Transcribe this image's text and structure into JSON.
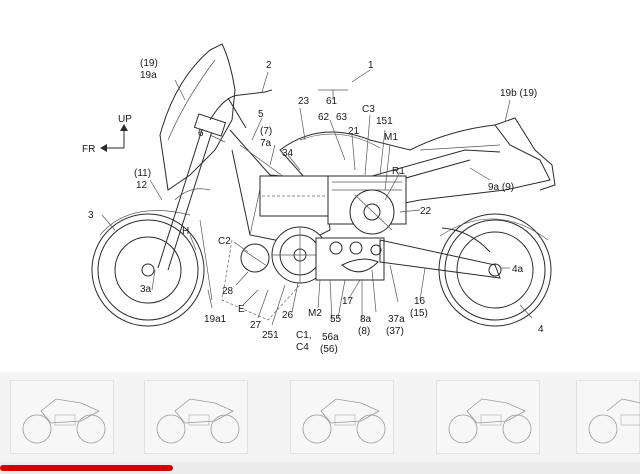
{
  "labels": {
    "l1": "1",
    "l19_19a": "(19)",
    "l19a": "19a",
    "l2": "2",
    "l5": "5",
    "l6": "6",
    "l7": "(7)",
    "l7a": "7a",
    "l23": "23",
    "l34": "34",
    "l61": "61",
    "l62": "62",
    "l63": "63",
    "l21": "21",
    "lC3": "C3",
    "l151": "151",
    "lM1": "M1",
    "lR1": "R1",
    "l19b": "19b (19)",
    "l9a": "9a (9)",
    "l22": "22",
    "lUP": "UP",
    "lFR": "FR",
    "l11": "(11)",
    "l12": "12",
    "l3": "3",
    "lH": "H",
    "lC2": "C2",
    "l3a": "3a",
    "l28": "28",
    "lE": "E",
    "l19a1": "19a1",
    "l27": "27",
    "l251": "251",
    "l26": "26",
    "lM2": "M2",
    "lC1": "C1,",
    "lC4": "C4",
    "l55": "55",
    "l56a": "56a",
    "l56": "(56)",
    "l17": "17",
    "l8a": "8a",
    "l8": "(8)",
    "l37a": "37a",
    "l37": "(37)",
    "l16": "16",
    "l15": "(15)",
    "l4a": "4a",
    "l4": "4"
  },
  "colors": {
    "progress": "#d40000",
    "thumb_border": "#e2e2e2",
    "line": "#2a2a2a"
  },
  "gallery": {
    "thumb_count": 5,
    "progress_fraction": 0.27
  }
}
